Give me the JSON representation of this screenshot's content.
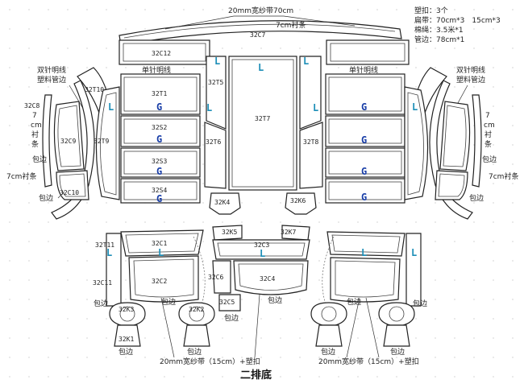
{
  "title": "二排底",
  "top_label": "20mm宽纱带70cm",
  "spec": {
    "plastic_clip": "塑扣：3个",
    "flat_band": "扁带：70cm*3　15cm*3",
    "cotton_rope": "棉绳：3.5米*1",
    "piping": "管边：78cm*1"
  },
  "callouts": {
    "liner_70_top": "7cm衬条",
    "liner_70_right": "7cm衬条",
    "liner_70_left": "7cm衬条",
    "left_double_stitch": "双针明线",
    "left_plastic_piping": "塑料管边",
    "right_double_stitch": "双针明线",
    "right_plastic_piping": "塑料管边",
    "left_single_stitch": "单针明线",
    "right_single_stitch": "单针明线",
    "left_vert_7": "7",
    "left_vert_cm": "cm",
    "left_vert_chen": "衬",
    "left_vert_tiao": "条",
    "right_vert_7": "7",
    "right_vert_cm": "cm",
    "right_vert_chen": "衬",
    "right_vert_tiao": "条",
    "wrap_l1": "包边",
    "wrap_l2": "包边",
    "wrap_r1": "包边",
    "wrap_r2": "包边",
    "wrap_b1": "包边",
    "wrap_b2": "包边",
    "wrap_b3": "包边",
    "wrap_b4": "包边",
    "wrap_b5": "包边",
    "wrap_b6": "包边",
    "wrap_b7": "包边",
    "wrap_b8": "包边",
    "wrap_b9": "包边",
    "bottom_band_left": "20mm宽纱带（15cm）+塑扣",
    "bottom_band_right": "20mm宽纱带（15cm）+塑扣"
  },
  "marks": {
    "L": "L",
    "G": "G"
  },
  "pieces": {
    "c7": "32C7",
    "c12": "32C12",
    "t10": "32T10",
    "t5": "32T5",
    "t1": "32T1",
    "t7": "32T7",
    "c8": "32C8",
    "c9": "32C9",
    "t9": "32T9",
    "s2": "32S2",
    "t6": "32T6",
    "t8": "32T8",
    "s3": "32S3",
    "c10": "32C10",
    "s4": "32S4",
    "k4": "32K4",
    "k6": "32K6",
    "k5": "32K5",
    "k7": "32K7",
    "t11": "32T11",
    "c1": "32C1",
    "c3": "32C3",
    "c11": "32C11",
    "c6": "32C6",
    "c2": "32C2",
    "c4": "32C4",
    "c5": "32C5",
    "k3": "32K3",
    "k2": "32K2",
    "k1": "32K1"
  }
}
